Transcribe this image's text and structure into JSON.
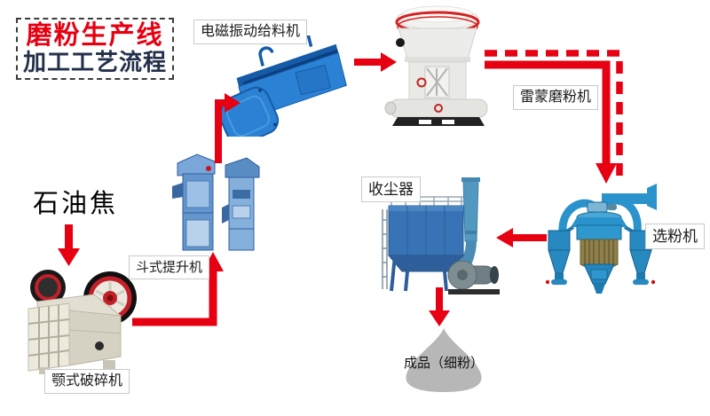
{
  "title": {
    "line1": "磨粉生产线",
    "line2": "加工工艺流程"
  },
  "material_label": "石油焦",
  "machine_labels": {
    "feeder": "电磁振动给料机",
    "raymond_mill": "雷蒙磨粉机",
    "classifier": "选粉机",
    "dust_collector": "收尘器",
    "bucket_elevator": "斗式提升机",
    "jaw_crusher": "颚式破碎机"
  },
  "product_label": "成品（细粉）",
  "colors": {
    "arrow_red": "#e60012",
    "title_red": "#e60012",
    "title_dark": "#22304a",
    "machine_blue": "#2b82d4",
    "collector_blue": "#3873b5",
    "classifier_blue": "#2a93cc",
    "mill_gray": "#ececea",
    "pile_gray": "#b7b7b7"
  }
}
